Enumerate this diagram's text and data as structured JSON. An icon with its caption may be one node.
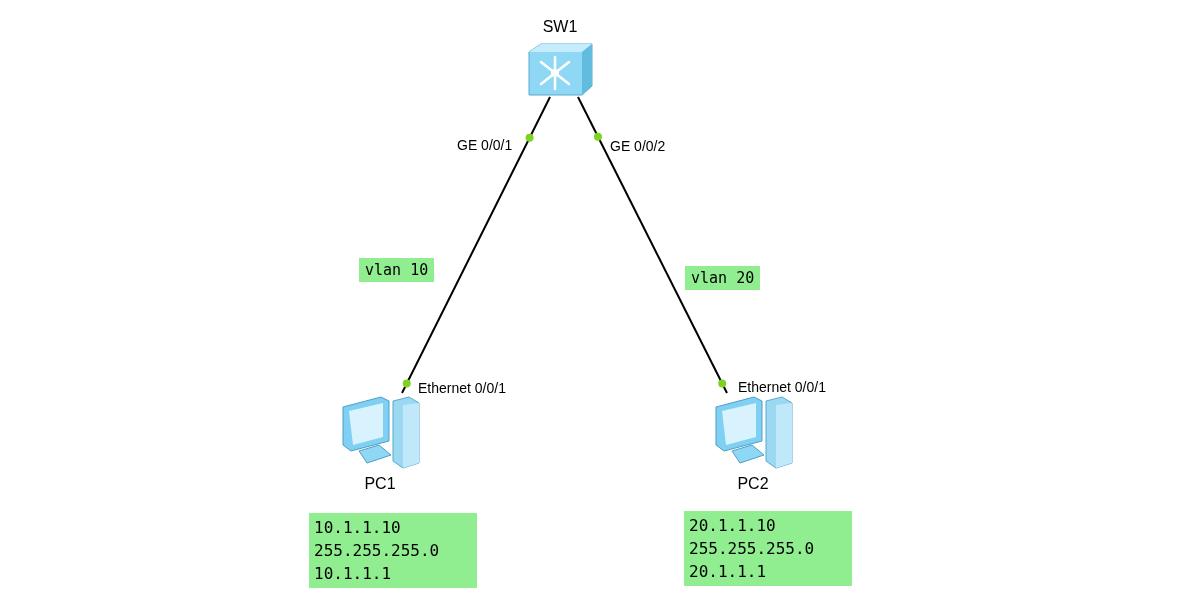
{
  "diagram": {
    "nodes": [
      {
        "text": [
          "SW1"
        ]
      },
      {
        "text": [
          "PC1"
        ]
      },
      {
        "text": [
          "PC2"
        ]
      },
      {
        "text": [
          "10.1.1.10",
          "255.255.255.0",
          "10.1.1.1"
        ]
      },
      {
        "text": [
          "20.1.1.10",
          "255.255.255.0",
          "20.1.1.1"
        ]
      }
    ],
    "edges": [
      {
        "from": 0,
        "to": 1,
        "arrow": "none",
        "label": "vlan 10"
      },
      {
        "from": 0,
        "to": 2,
        "arrow": "none",
        "label": "vlan 20"
      }
    ],
    "labels": [
      "GE 0/0/1",
      "GE 0/0/2",
      "Ethernet 0/0/1",
      "Ethernet 0/0/1"
    ]
  }
}
